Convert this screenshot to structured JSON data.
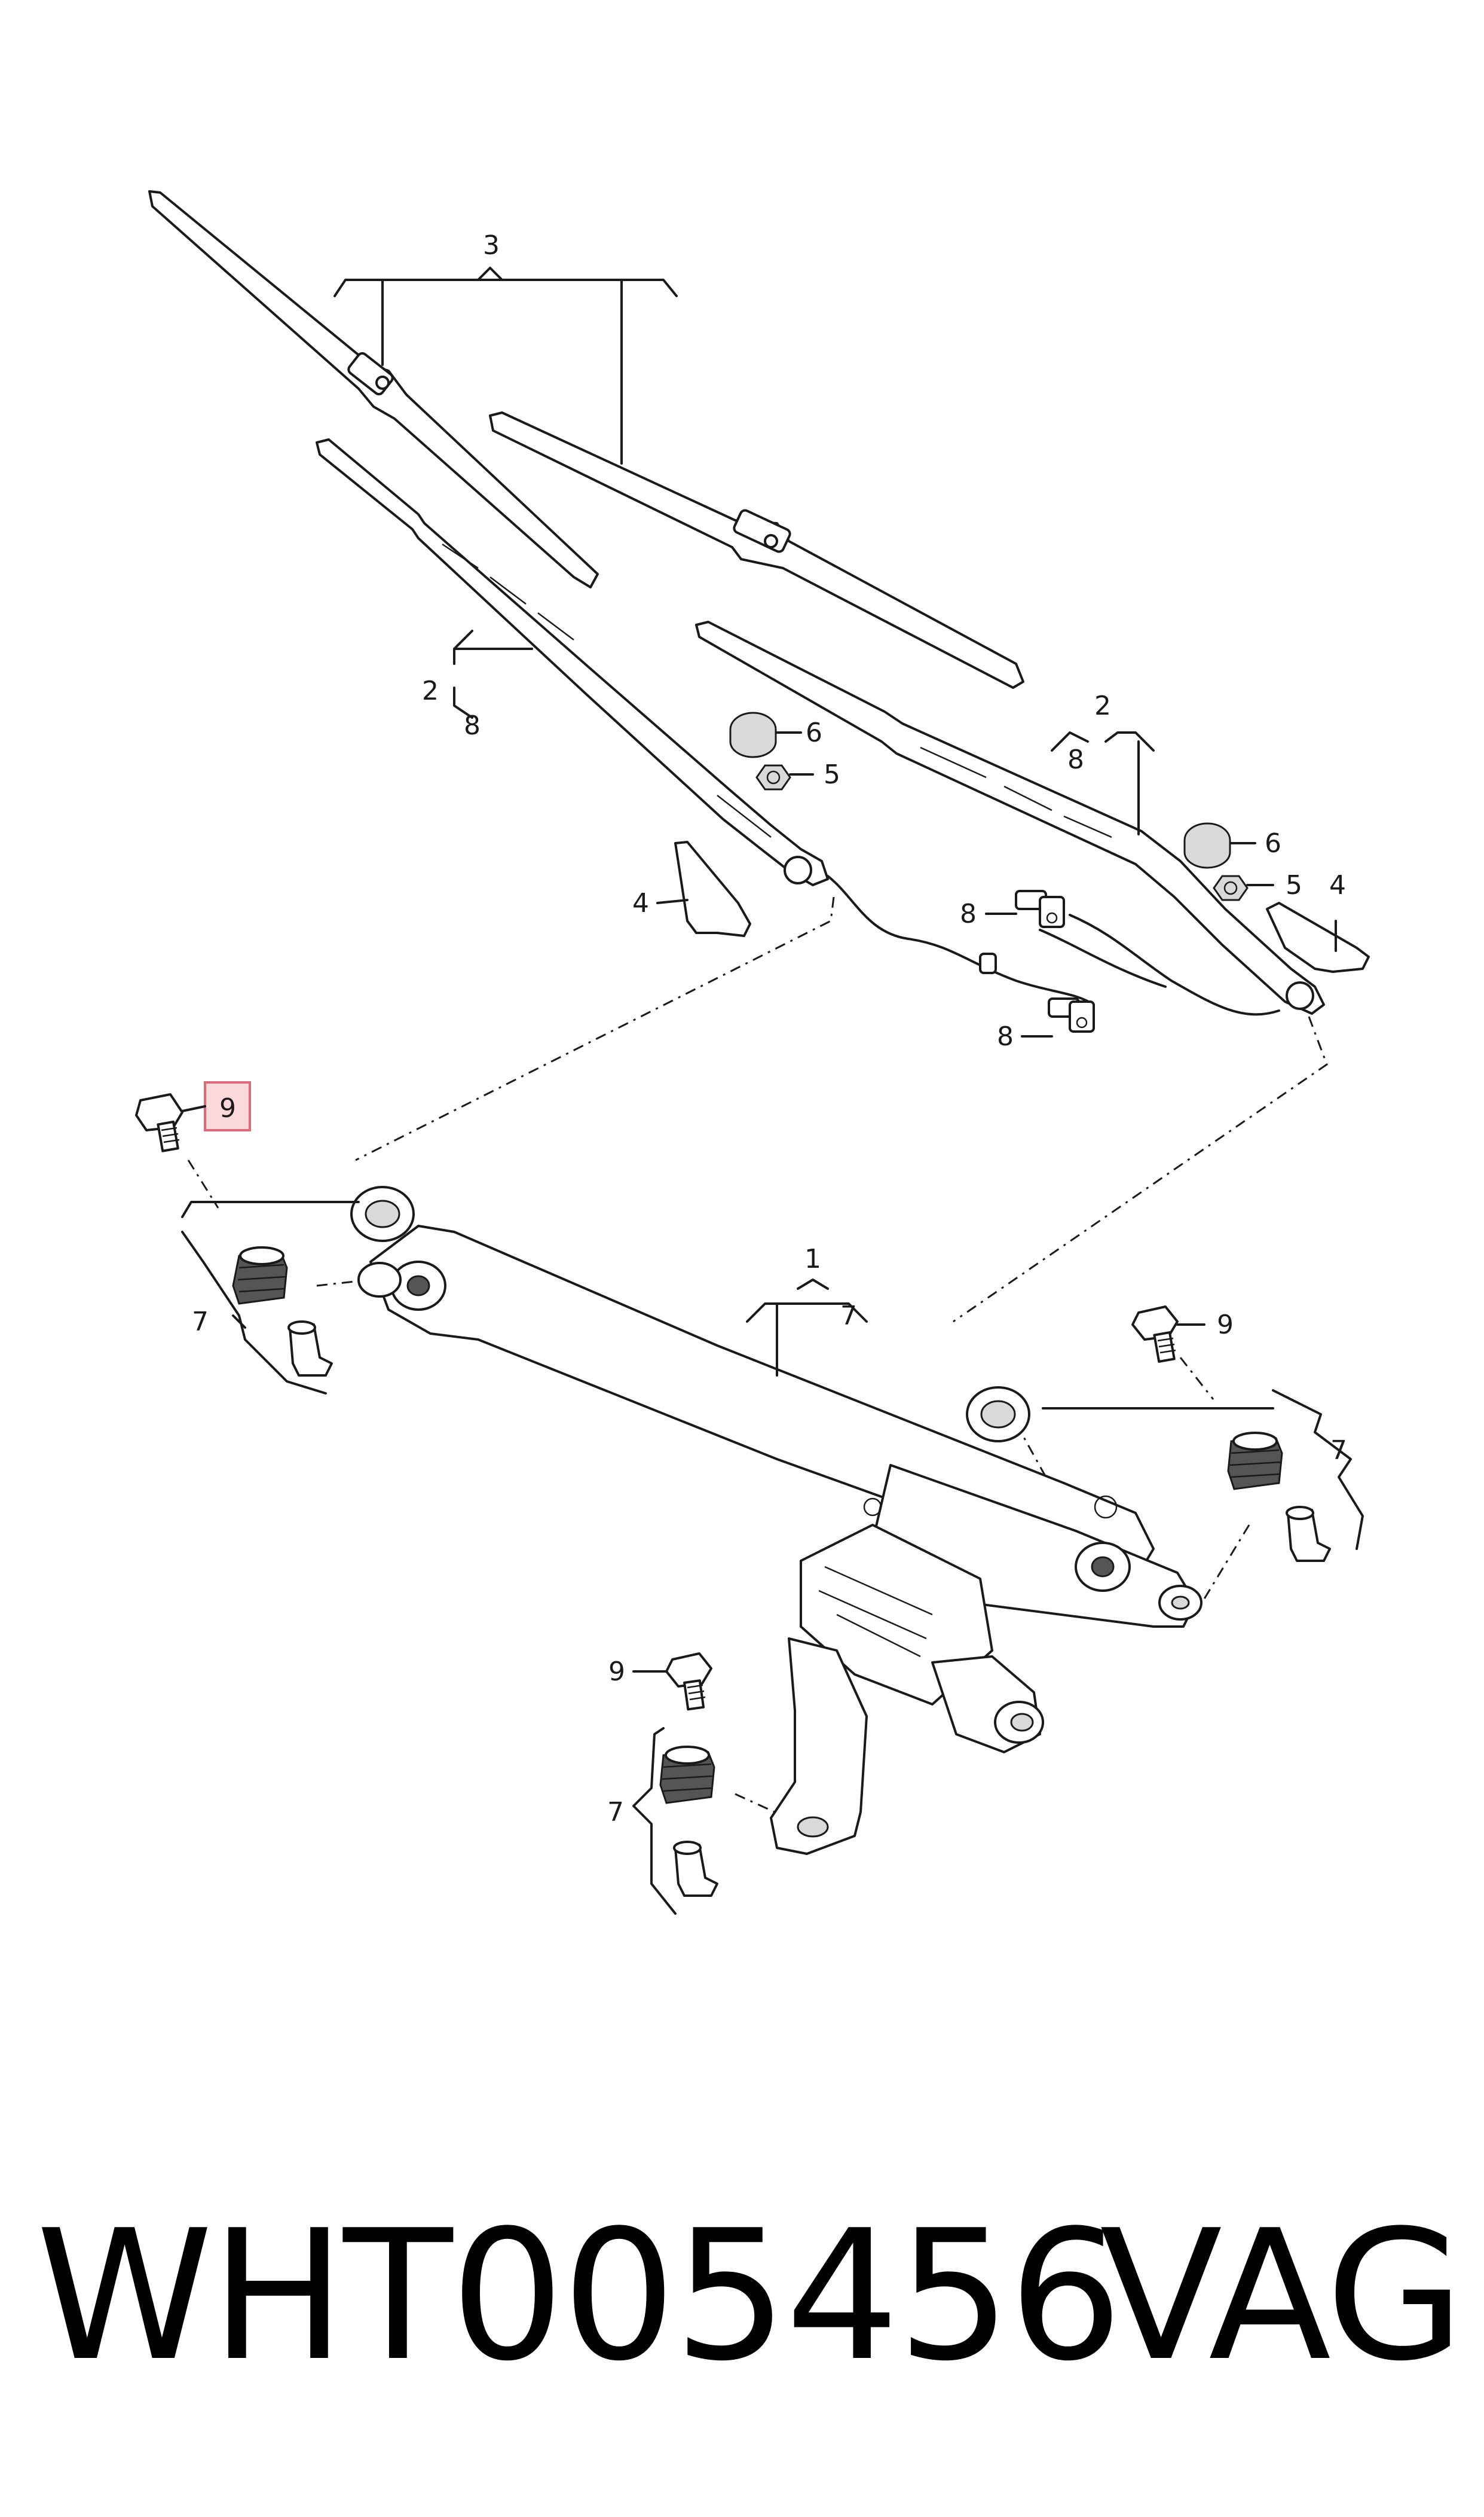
{
  "labels": {
    "wiper_blades_set": "3",
    "left_arm": "2",
    "left_arm_sub": "8",
    "right_arm": "2",
    "right_arm_sub": "8",
    "left_cap": "6",
    "left_nut": "5",
    "right_cap": "6",
    "right_nut": "5",
    "left_cover": "4",
    "right_cover": "4",
    "nozzle_upper": "8",
    "nozzle_lower": "8",
    "bolt_highlighted": "9",
    "linkage": "1",
    "linkage_sub": "7",
    "mount_left": "7",
    "bolt_right": "9",
    "mount_right": "7",
    "bolt_bottom": "9",
    "mount_bottom": "7"
  },
  "footer": {
    "part_number": "WHT005456",
    "brand": "VAG"
  },
  "colors": {
    "highlight_fill": "#fbd9db",
    "highlight_stroke": "#e06a78",
    "line": "#1a1a1a"
  }
}
